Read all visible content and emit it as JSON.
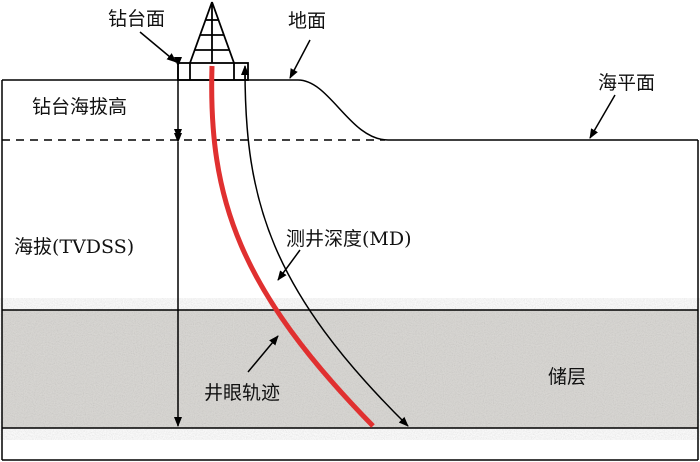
{
  "labels": {
    "drill_floor": "钻台面",
    "ground": "地面",
    "sea_level": "海平面",
    "kb_elevation": "钻台海拔高",
    "tvdss": "海拔(TVDSS)",
    "md": "测井深度(MD)",
    "trajectory": "井眼轨迹",
    "reservoir": "储层"
  },
  "colors": {
    "trajectory": "#e03030",
    "reservoir": "#d8d6d2"
  }
}
